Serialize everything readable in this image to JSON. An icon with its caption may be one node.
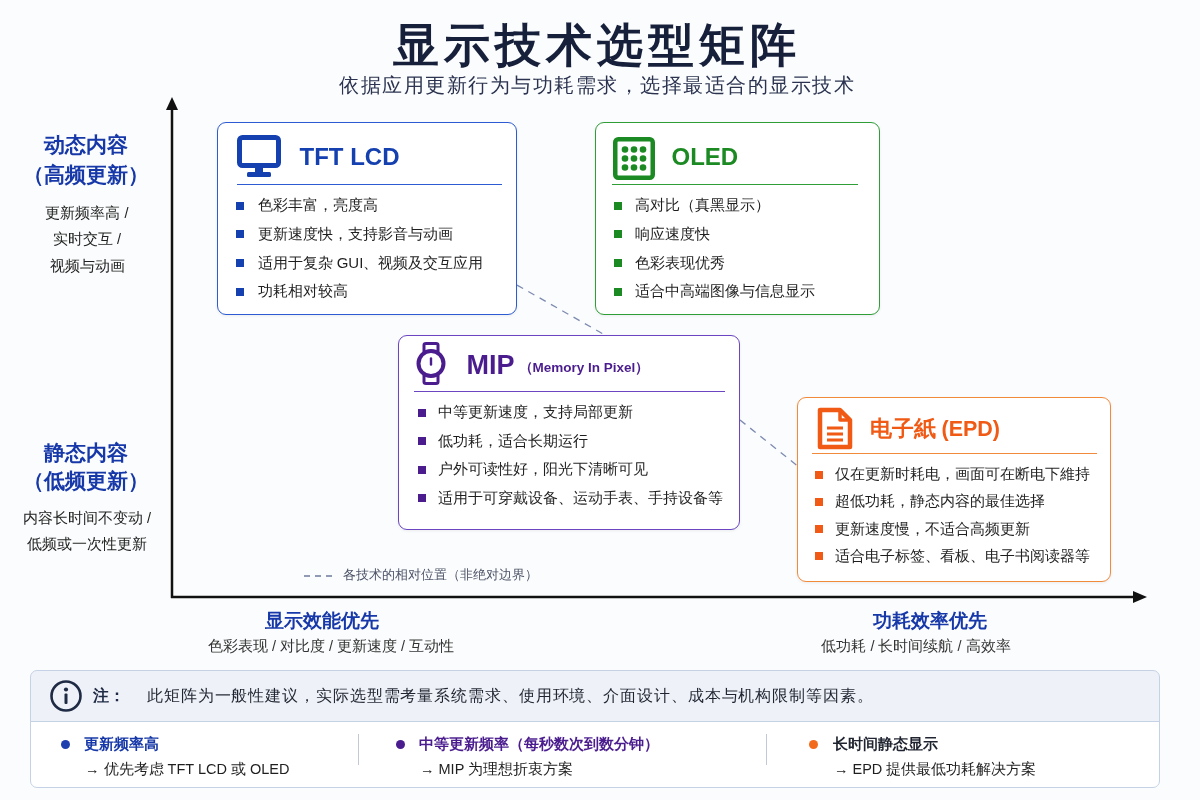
{
  "diagram": {
    "title": "显示技术选型矩阵",
    "nodes": [
      {
        "text": [
          "TFT LCD",
          "色彩丰富，亮度高",
          "更新速度快，支持影音与动画",
          "适用于复杂 GUI、视频及交互应用",
          "功耗相对较高"
        ]
      },
      {
        "text": [
          "OLED",
          "高对比（真黑显示）",
          "响应速度快",
          "色彩表现优秀",
          "适合中高端图像与信息显示"
        ]
      },
      {
        "text": [
          "MIP",
          "（Memory In Pixel）",
          "中等更新速度，支持局部更新",
          "低功耗，适合长期运行",
          "户外可读性好，阳光下清晰可见",
          "适用于可穿戴设备、运动手表、手持设备等"
        ]
      },
      {
        "text": [
          "电子紙 (EPD)",
          "仅在更新时耗电，画面可在断电下維持",
          "超低功耗，静态内容的最佳选择",
          "更新速度慢，不适合高频更新",
          "适合电子标签、看板、电子书阅读器等"
        ]
      },
      {
        "text": [
          "注：",
          "此矩阵为一般性建议，实际选型需考量系统需求、使用环境、介面设计、成本与机构限制等因素。",
          "更新频率高",
          "→ 优先考虑 TFT LCD 或 OLED",
          "中等更新频率（每秒数次到数分钟）",
          "→ MIP 为理想折衷方案",
          "长时间静态显示",
          "→ EPD 提供最低功耗解决方案"
        ]
      }
    ],
    "edges": [
      {
        "from": 0,
        "to": 2,
        "arrow": "none",
        "style": "dashed"
      },
      {
        "from": 2,
        "to": 3,
        "arrow": "none",
        "style": "dashed"
      }
    ],
    "labels": [
      "依据应用更新行为与功耗需求，选择最适合的显示技术",
      "动态内容",
      "（高频更新）",
      "更新频率高 / 实时交互 / 视频与动画",
      "静态内容",
      "（低频更新）",
      "内容长时间不变动 / 低频或一次性更新",
      "显示效能优先",
      "色彩表现 / 对比度 / 更新速度 / 互动性",
      "功耗效率优先",
      "低功耗 / 长时间续航 / 高效率"
    ],
    "legend": [
      {
        "text": "各技术的相对位置（非绝对边界）"
      }
    ]
  }
}
